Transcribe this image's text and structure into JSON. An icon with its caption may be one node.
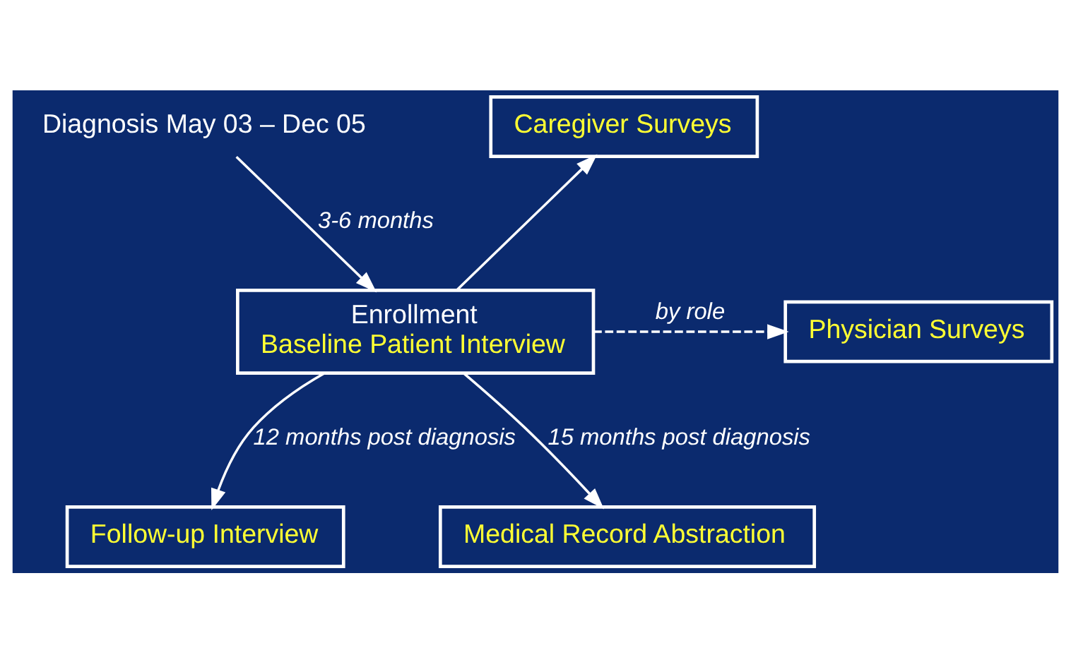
{
  "diagram": {
    "nodes": [
      {
        "text": [
          "Diagnosis May 03 – Dec 05"
        ]
      },
      {
        "text": [
          "Enrollment",
          "Baseline Patient Interview"
        ]
      },
      {
        "text": [
          "Caregiver Surveys"
        ]
      },
      {
        "text": [
          "Physician Surveys"
        ]
      },
      {
        "text": [
          "Follow-up Interview"
        ]
      },
      {
        "text": [
          "Medical Record Abstraction"
        ]
      }
    ],
    "edges": [
      {
        "from": 0,
        "to": 1,
        "arrow": "to",
        "label": "3-6 months"
      },
      {
        "from": 1,
        "to": 2,
        "arrow": "to"
      },
      {
        "from": 1,
        "to": 3,
        "arrow": "to",
        "label": "by role",
        "style": "dashed"
      },
      {
        "from": 1,
        "to": 4,
        "arrow": "to",
        "label": "12 months post diagnosis"
      },
      {
        "from": 1,
        "to": 5,
        "arrow": "to",
        "label": "15 months post diagnosis"
      }
    ]
  }
}
